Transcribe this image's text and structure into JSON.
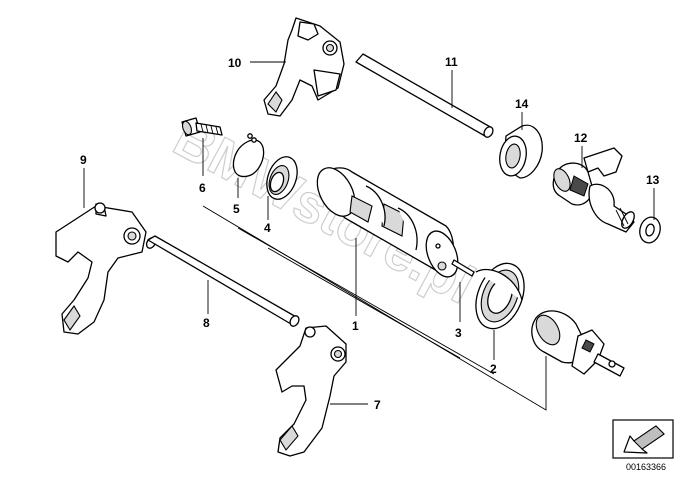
{
  "watermark": "BMWstore.pl",
  "diagram_id": "00163366",
  "callouts": [
    {
      "id": "1",
      "label": "1"
    },
    {
      "id": "2",
      "label": "2"
    },
    {
      "id": "3",
      "label": "3"
    },
    {
      "id": "4",
      "label": "4"
    },
    {
      "id": "5",
      "label": "5"
    },
    {
      "id": "6",
      "label": "6"
    },
    {
      "id": "7",
      "label": "7"
    },
    {
      "id": "8",
      "label": "8"
    },
    {
      "id": "9",
      "label": "9"
    },
    {
      "id": "10",
      "label": "10"
    },
    {
      "id": "11",
      "label": "11"
    },
    {
      "id": "12",
      "label": "12"
    },
    {
      "id": "13",
      "label": "13"
    },
    {
      "id": "14",
      "label": "14"
    }
  ]
}
